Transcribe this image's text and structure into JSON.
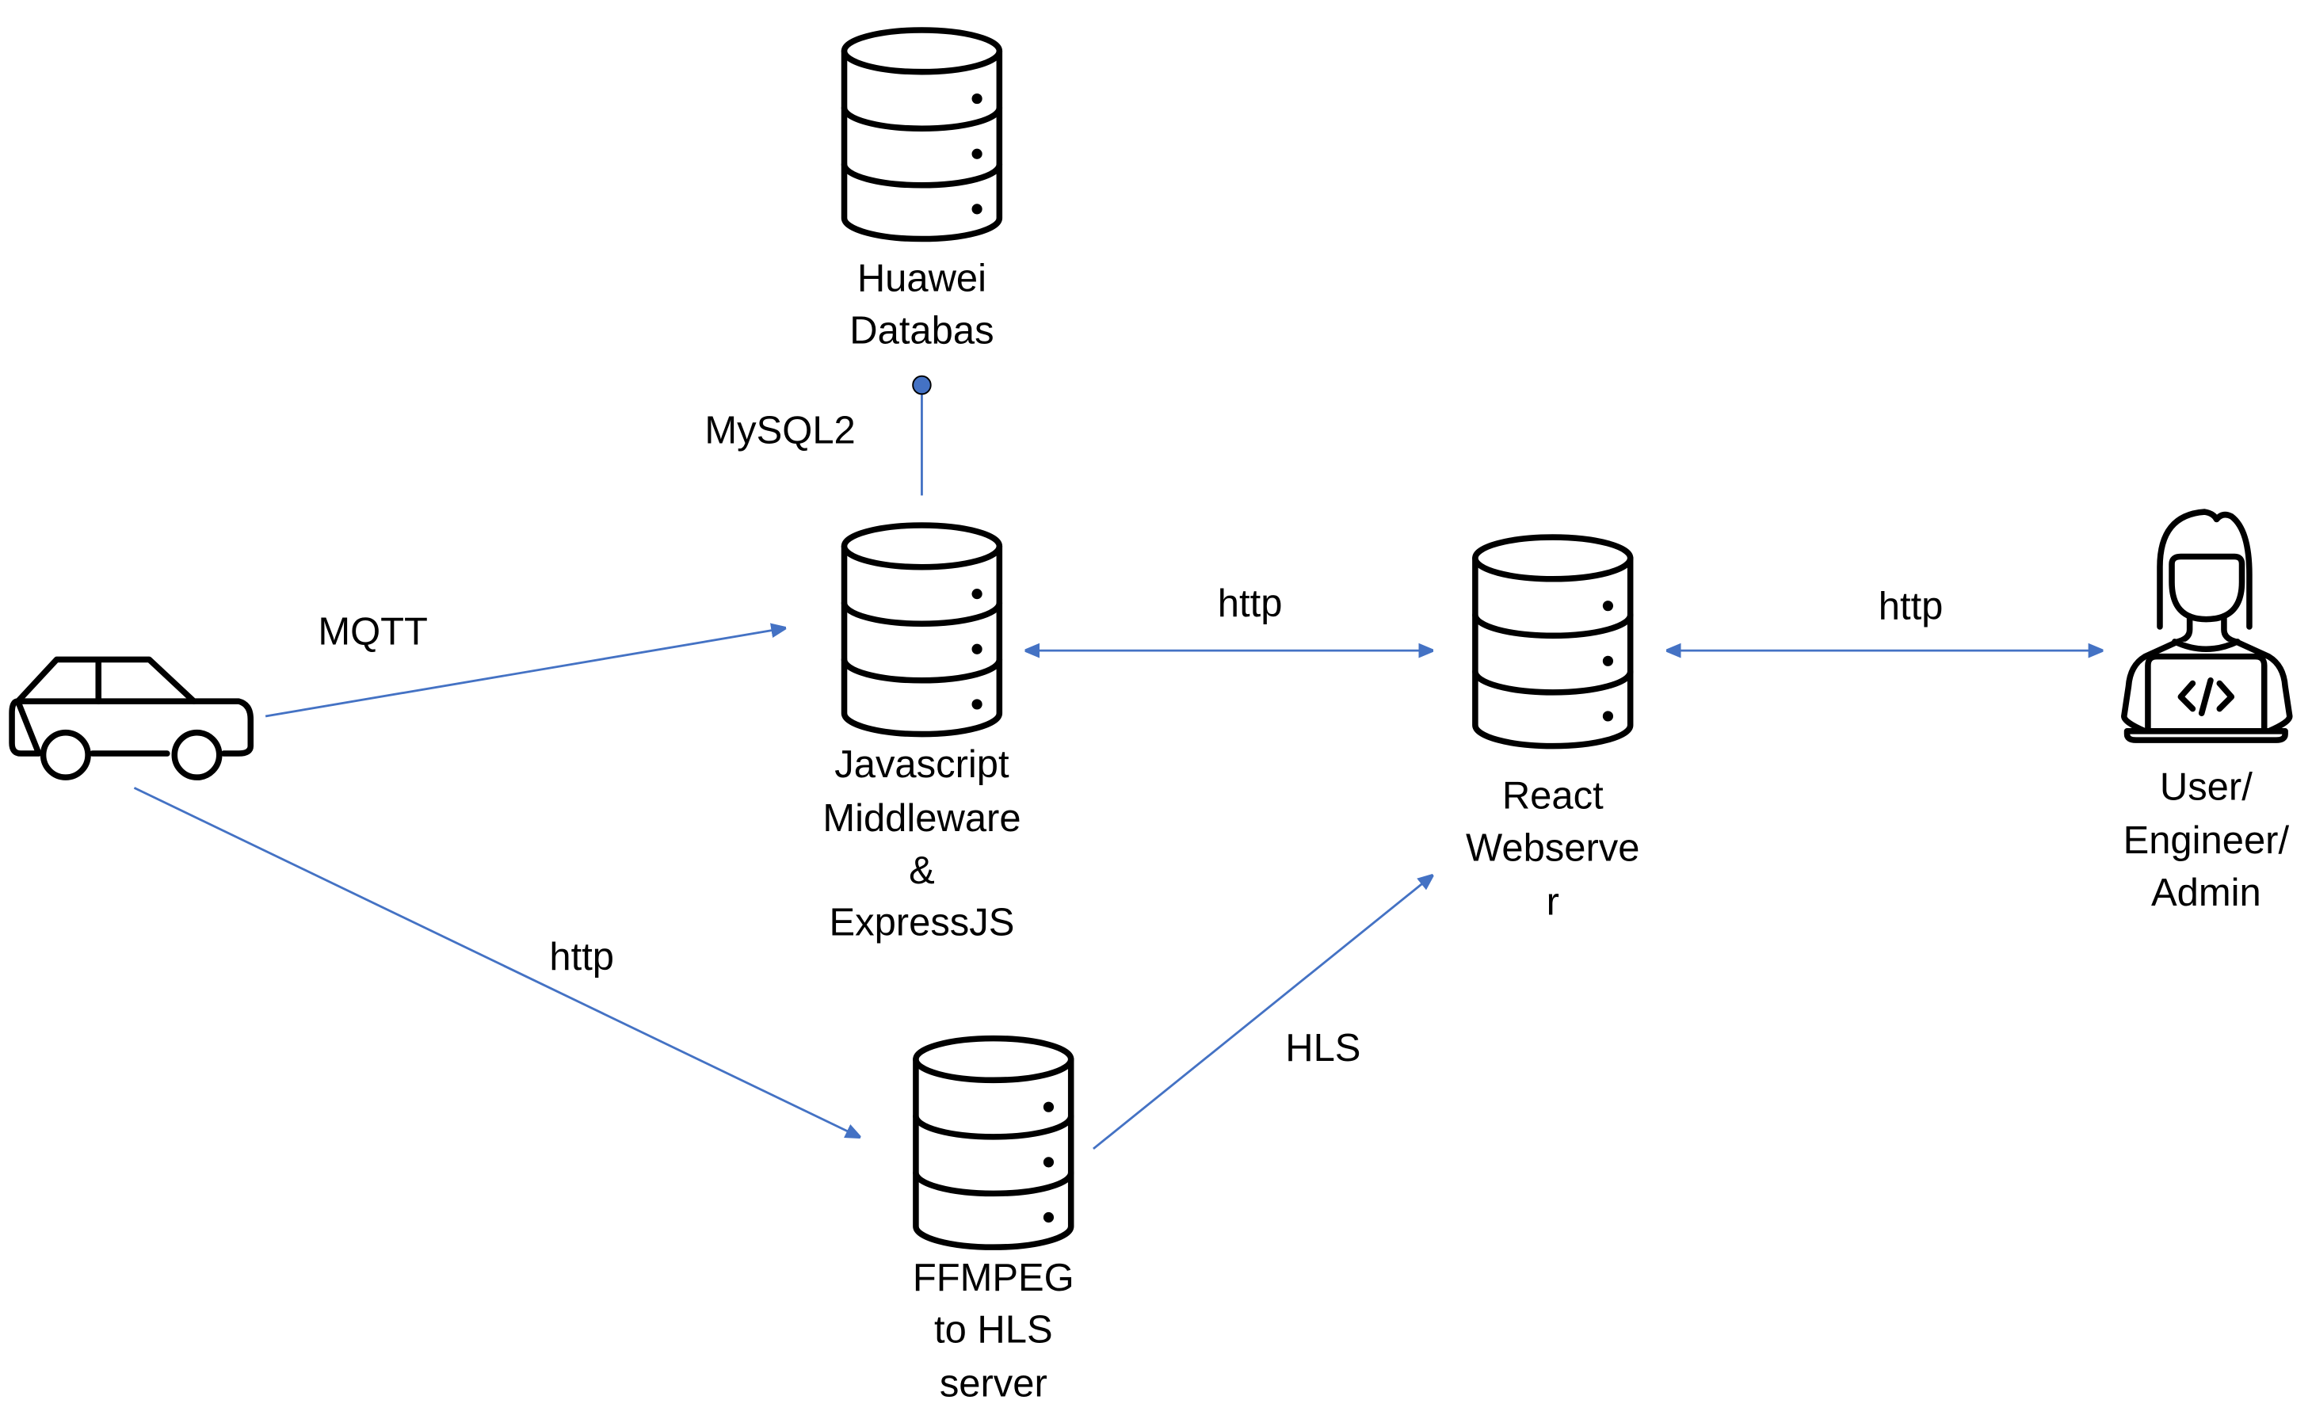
{
  "colors": {
    "connector": "#4472c4",
    "icon_stroke": "#000000"
  },
  "nodes": {
    "huawei_db": {
      "icon": "database-icon",
      "lines": [
        "Huawei",
        "Databas"
      ]
    },
    "middleware": {
      "icon": "database-icon",
      "lines": [
        "Javascript",
        "Middleware",
        "&",
        "ExpressJS"
      ]
    },
    "react": {
      "icon": "database-icon",
      "lines": [
        "React",
        "Webserve",
        "r"
      ]
    },
    "ffmpeg": {
      "icon": "database-icon",
      "lines": [
        "FFMPEG",
        "to HLS",
        "server"
      ]
    },
    "user": {
      "icon": "developer-user-icon",
      "lines": [
        "User/",
        "Engineer/",
        "Admin"
      ]
    },
    "car": {
      "icon": "car-icon"
    }
  },
  "edges": {
    "mysql": {
      "label": "MySQL2",
      "from": "middleware",
      "to": "huawei_db"
    },
    "mqtt": {
      "label": "MQTT",
      "from": "car",
      "to": "middleware"
    },
    "mw_react": {
      "label": "http",
      "from": "middleware",
      "to": "react",
      "bidirectional": true
    },
    "react_user": {
      "label": "http",
      "from": "react",
      "to": "user",
      "bidirectional": true
    },
    "car_ffmpeg": {
      "label": "http",
      "from": "car",
      "to": "ffmpeg"
    },
    "hls": {
      "label": "HLS",
      "from": "ffmpeg",
      "to": "react"
    }
  }
}
